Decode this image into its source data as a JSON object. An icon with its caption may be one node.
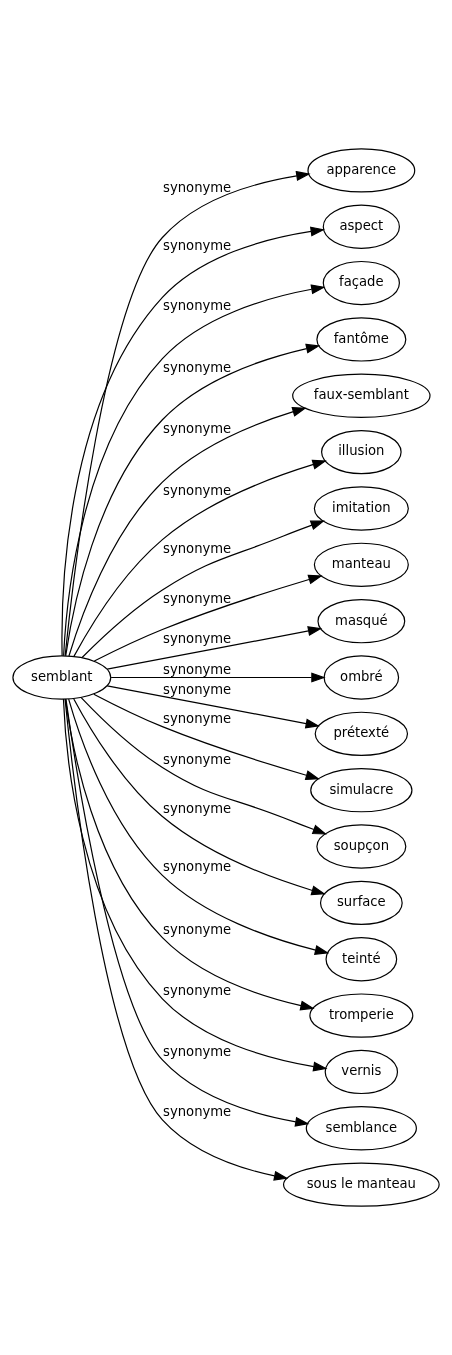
{
  "diagram": {
    "nodes": [
      {
        "text": [
          "semblant"
        ]
      },
      {
        "text": [
          "apparence"
        ]
      },
      {
        "text": [
          "aspect"
        ]
      },
      {
        "text": [
          "façade"
        ]
      },
      {
        "text": [
          "fantôme"
        ]
      },
      {
        "text": [
          "faux-semblant"
        ]
      },
      {
        "text": [
          "illusion"
        ]
      },
      {
        "text": [
          "imitation"
        ]
      },
      {
        "text": [
          "manteau"
        ]
      },
      {
        "text": [
          "masqué"
        ]
      },
      {
        "text": [
          "ombré"
        ]
      },
      {
        "text": [
          "prétexté"
        ]
      },
      {
        "text": [
          "simulacre"
        ]
      },
      {
        "text": [
          "soupçon"
        ]
      },
      {
        "text": [
          "surface"
        ]
      },
      {
        "text": [
          "teinté"
        ]
      },
      {
        "text": [
          "tromperie"
        ]
      },
      {
        "text": [
          "vernis"
        ]
      },
      {
        "text": [
          "semblance"
        ]
      },
      {
        "text": [
          "sous le manteau"
        ]
      }
    ],
    "edges": [
      {
        "from": 0,
        "to": 1,
        "arrow": "to",
        "label": "synonyme"
      },
      {
        "from": 0,
        "to": 2,
        "arrow": "to",
        "label": "synonyme"
      },
      {
        "from": 0,
        "to": 3,
        "arrow": "to",
        "label": "synonyme"
      },
      {
        "from": 0,
        "to": 4,
        "arrow": "to",
        "label": "synonyme"
      },
      {
        "from": 0,
        "to": 5,
        "arrow": "to",
        "label": "synonyme"
      },
      {
        "from": 0,
        "to": 6,
        "arrow": "to",
        "label": "synonyme"
      },
      {
        "from": 0,
        "to": 7,
        "arrow": "to",
        "label": "synonyme"
      },
      {
        "from": 0,
        "to": 8,
        "arrow": "to",
        "label": "synonyme"
      },
      {
        "from": 0,
        "to": 9,
        "arrow": "to",
        "label": "synonyme"
      },
      {
        "from": 0,
        "to": 10,
        "arrow": "to",
        "label": "synonyme"
      },
      {
        "from": 0,
        "to": 11,
        "arrow": "to",
        "label": "synonyme"
      },
      {
        "from": 0,
        "to": 12,
        "arrow": "to",
        "label": "synonyme"
      },
      {
        "from": 0,
        "to": 13,
        "arrow": "to",
        "label": "synonyme"
      },
      {
        "from": 0,
        "to": 14,
        "arrow": "to",
        "label": "synonyme"
      },
      {
        "from": 0,
        "to": 15,
        "arrow": "to",
        "label": "synonyme"
      },
      {
        "from": 0,
        "to": 16,
        "arrow": "to",
        "label": "synonyme"
      },
      {
        "from": 0,
        "to": 17,
        "arrow": "to",
        "label": "synonyme"
      },
      {
        "from": 0,
        "to": 18,
        "arrow": "to",
        "label": "synonyme"
      },
      {
        "from": 0,
        "to": 19,
        "arrow": "to",
        "label": "synonyme"
      }
    ]
  }
}
